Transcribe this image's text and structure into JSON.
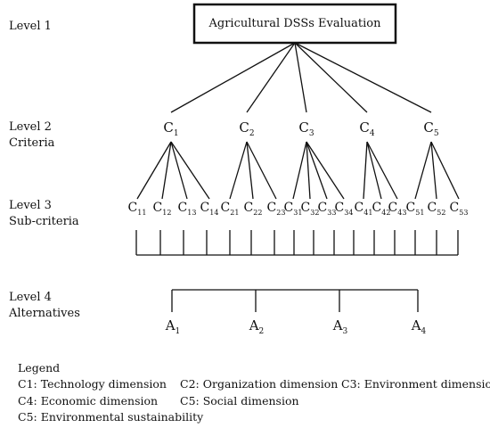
{
  "levels": [
    {
      "label": "Level 1",
      "sublabel": ""
    },
    {
      "label": "Level 2",
      "sublabel": "Criteria"
    },
    {
      "label": "Level 3",
      "sublabel": "Sub-criteria"
    },
    {
      "label": "Level 4",
      "sublabel": "Alternatives"
    }
  ],
  "goal": "Agricultural DSSs Evaluation",
  "criteria": [
    {
      "base": "C",
      "sub": "1"
    },
    {
      "base": "C",
      "sub": "2"
    },
    {
      "base": "C",
      "sub": "3"
    },
    {
      "base": "C",
      "sub": "4"
    },
    {
      "base": "C",
      "sub": "5"
    }
  ],
  "subcriteria": [
    {
      "base": "C",
      "sub": "11",
      "parent": 0
    },
    {
      "base": "C",
      "sub": "12",
      "parent": 0
    },
    {
      "base": "C",
      "sub": "13",
      "parent": 0
    },
    {
      "base": "C",
      "sub": "14",
      "parent": 0
    },
    {
      "base": "C",
      "sub": "21",
      "parent": 1
    },
    {
      "base": "C",
      "sub": "22",
      "parent": 1
    },
    {
      "base": "C",
      "sub": "23",
      "parent": 1
    },
    {
      "base": "C",
      "sub": "31",
      "parent": 2
    },
    {
      "base": "C",
      "sub": "32",
      "parent": 2
    },
    {
      "base": "C",
      "sub": "33",
      "parent": 2
    },
    {
      "base": "C",
      "sub": "34",
      "parent": 2
    },
    {
      "base": "C",
      "sub": "41",
      "parent": 3
    },
    {
      "base": "C",
      "sub": "42",
      "parent": 3
    },
    {
      "base": "C",
      "sub": "43",
      "parent": 3
    },
    {
      "base": "C",
      "sub": "51",
      "parent": 4
    },
    {
      "base": "C",
      "sub": "52",
      "parent": 4
    },
    {
      "base": "C",
      "sub": "53",
      "parent": 4
    }
  ],
  "alternatives": [
    {
      "base": "A",
      "sub": "1"
    },
    {
      "base": "A",
      "sub": "2"
    },
    {
      "base": "A",
      "sub": "3"
    },
    {
      "base": "A",
      "sub": "4"
    }
  ],
  "legend": {
    "title": "Legend",
    "items": [
      {
        "code": "C1",
        "text": ": Technology dimension"
      },
      {
        "code": "C2",
        "text": ": Organization dimension"
      },
      {
        "code": "C3",
        "text": ": Environment dimension"
      },
      {
        "code": "C4",
        "text": ": Economic dimension"
      },
      {
        "code": "C5",
        "text": ": Social dimension"
      },
      {
        "code": "C5",
        "text": ": Environmental sustainability"
      }
    ]
  }
}
